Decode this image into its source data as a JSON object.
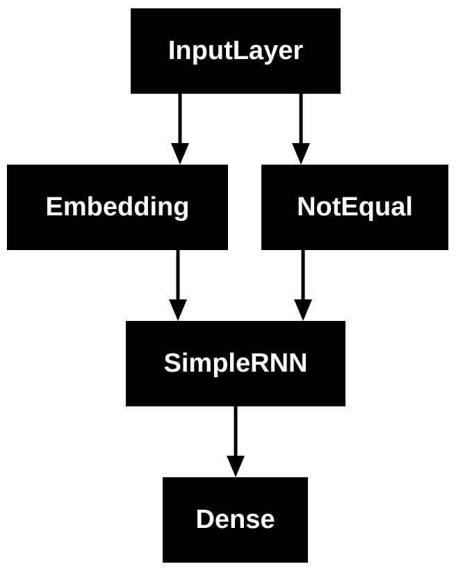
{
  "nodes": {
    "input": "InputLayer",
    "embedding": "Embedding",
    "notequal": "NotEqual",
    "rnn": "SimpleRNN",
    "dense": "Dense"
  },
  "edges": [
    {
      "from": "input",
      "to": "embedding"
    },
    {
      "from": "input",
      "to": "notequal"
    },
    {
      "from": "embedding",
      "to": "rnn"
    },
    {
      "from": "notequal",
      "to": "rnn"
    },
    {
      "from": "rnn",
      "to": "dense"
    }
  ],
  "colors": {
    "node_fill": "#000000",
    "node_text": "#ffffff",
    "edge": "#000000",
    "background": "#ffffff"
  }
}
